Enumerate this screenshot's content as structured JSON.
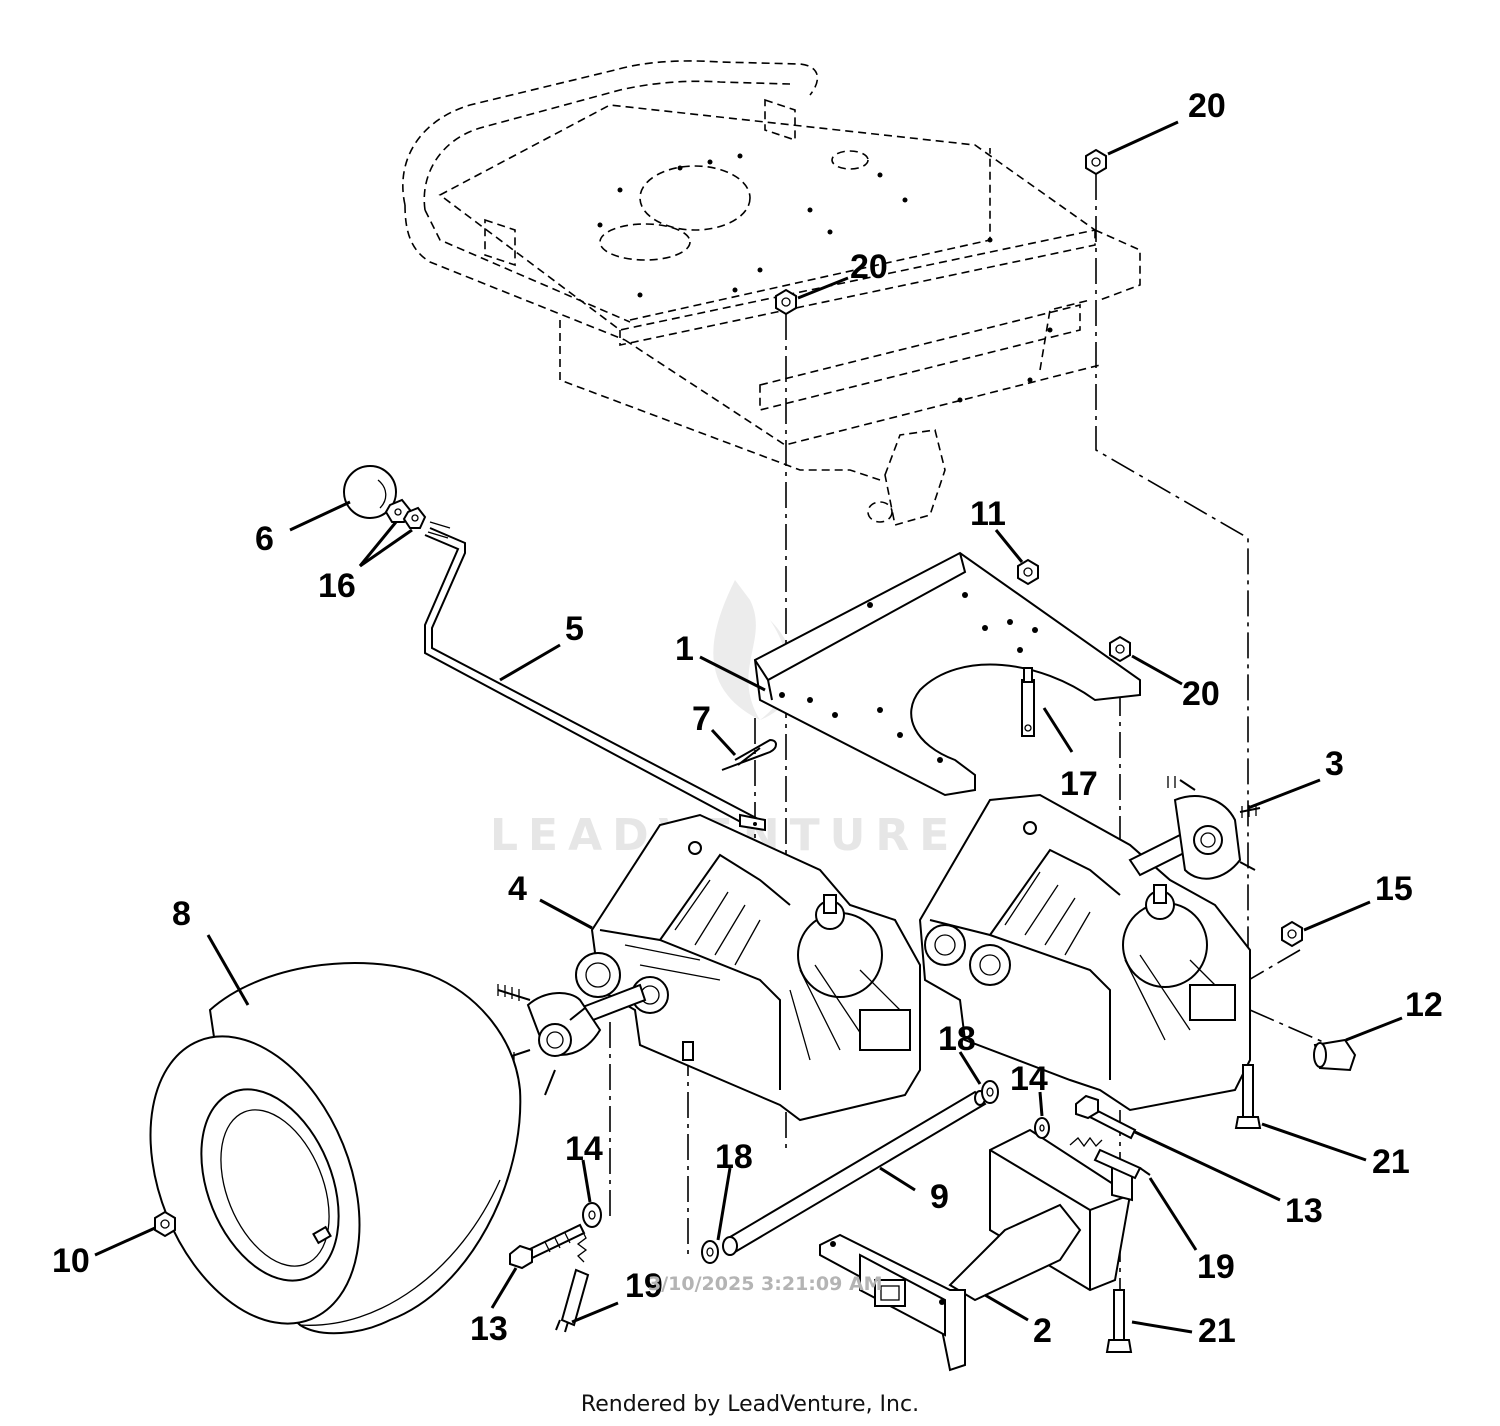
{
  "diagram": {
    "watermark": "LEADVENTURE",
    "timestamp": "3/10/2025 3:21:09 AM",
    "footer": "Rendered by LeadVenture, Inc.",
    "callouts": {
      "c20a": "20",
      "c20b": "20",
      "c20c": "20",
      "c11": "11",
      "c6": "6",
      "c16": "16",
      "c5": "5",
      "c1": "1",
      "c7": "7",
      "c17": "17",
      "c3": "3",
      "c4": "4",
      "c8": "8",
      "c15": "15",
      "c12": "12",
      "c18a": "18",
      "c18b": "18",
      "c14a": "14",
      "c14b": "14",
      "c21a": "21",
      "c21b": "21",
      "c13a": "13",
      "c13b": "13",
      "c9": "9",
      "c19a": "19",
      "c19b": "19",
      "c10": "10",
      "c2": "2"
    }
  }
}
